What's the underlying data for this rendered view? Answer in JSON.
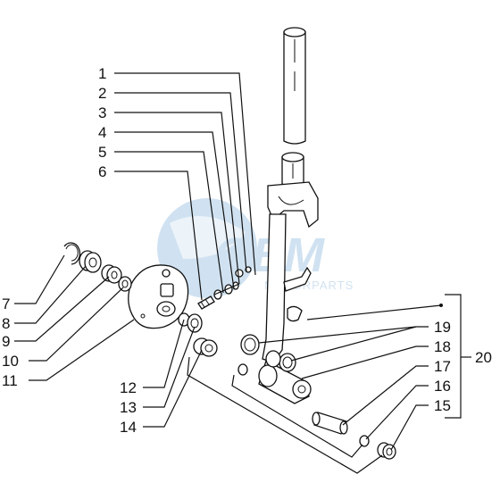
{
  "watermark": {
    "brand": "OEM",
    "sub": "MOTORPARTS",
    "color": "#2f7fc1"
  },
  "labels": {
    "l1": "1",
    "l2": "2",
    "l3": "3",
    "l4": "4",
    "l5": "5",
    "l6": "6",
    "l7": "7",
    "l8": "8",
    "l9": "9",
    "l10": "10",
    "l11": "11",
    "l12": "12",
    "l13": "13",
    "l14": "14",
    "l15": "15",
    "l16": "16",
    "l17": "17",
    "l18": "18",
    "l19": "19",
    "l20": "20"
  }
}
